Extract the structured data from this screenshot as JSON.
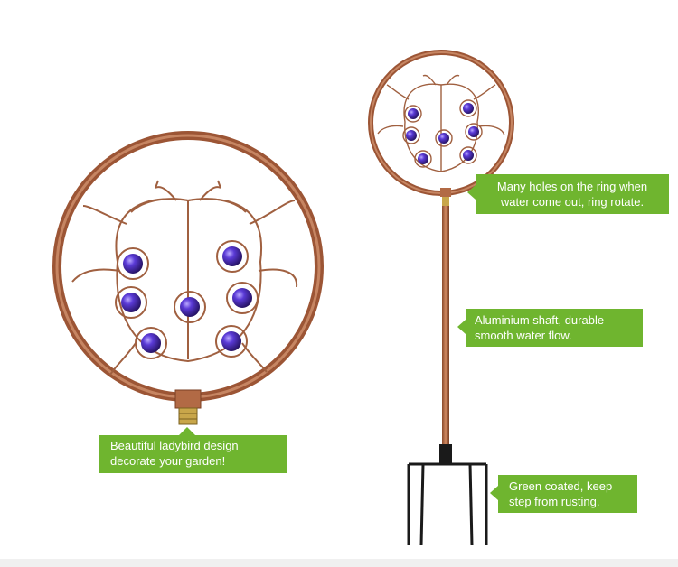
{
  "callouts": {
    "ladybird": {
      "line1": "Beautiful ladybird design",
      "line2": "decorate your garden!"
    },
    "ring": {
      "line1": "Many holes on the ring when",
      "line2": "water come out, ring rotate."
    },
    "shaft": {
      "line1": "Aluminium shaft, durable",
      "line2": "smooth water flow."
    },
    "base": {
      "line1": "Green coated, keep",
      "line2": "step from rusting."
    }
  },
  "colors": {
    "callout_green": "#6fb52f",
    "copper": "#b26a45",
    "glass_bead": "#4a2bb8",
    "stake": "#1a1a1a"
  }
}
